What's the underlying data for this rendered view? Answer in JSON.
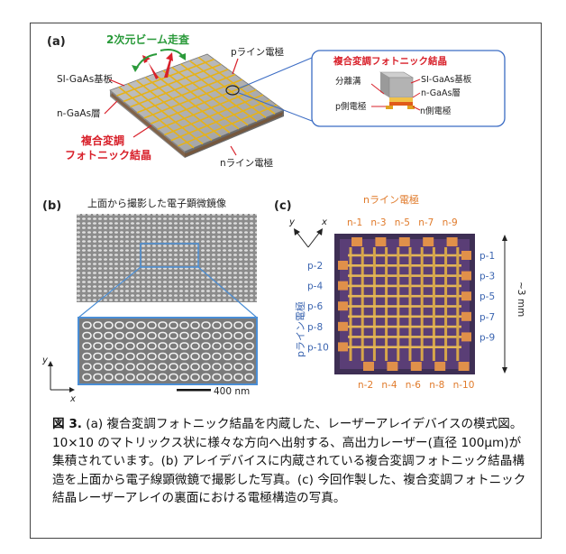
{
  "panel_a": {
    "label": "(a)",
    "beam_scan": "2次元ビーム走査",
    "substrate": "SI-GaAs基板",
    "p_line": "pライン電極",
    "n_gaas": "n-GaAs層",
    "crystal_line1": "複合変調",
    "crystal_line2": "フォトニック結晶",
    "n_line": "nライン電極",
    "inset": {
      "title": "複合変調フォトニック結晶",
      "groove": "分離溝",
      "substrate": "SI-GaAs基板",
      "n_gaas": "n-GaAs層",
      "p_electrode": "p側電極",
      "n_electrode": "n側電極"
    }
  },
  "panel_b": {
    "label": "(b)",
    "title": "上面から撮影した電子顕微鏡像",
    "axis_y": "y",
    "axis_x": "x",
    "scale": "400 nm"
  },
  "panel_c": {
    "label": "(c)",
    "n_line": "nライン電極",
    "p_line": "pライン電極",
    "axis_y": "y",
    "axis_x": "x",
    "size": "~3 mm",
    "top_labels": [
      "n-1",
      "n-3",
      "n-5",
      "n-7",
      "n-9"
    ],
    "bottom_labels": [
      "n-2",
      "n-4",
      "n-6",
      "n-8",
      "n-10"
    ],
    "left_labels": [
      "p-2",
      "p-4",
      "p-6",
      "p-8",
      "p-10"
    ],
    "right_labels": [
      "p-1",
      "p-3",
      "p-5",
      "p-7",
      "p-9"
    ]
  },
  "caption": {
    "label": "図 3.",
    "text": " (a) 複合変調フォトニック結晶を内蔵した、レーザーアレイデバイスの模式図。10×10 のマトリックス状に様々な方向へ出射する、高出力レーザー(直径 100μm)が集積されています。(b) アレイデバイスに内蔵されている複合変調フォトニック結晶構造を上面から電子線顕微鏡で撮影した写真。(c) 今回作製した、複合変調フォトニック結晶レーザーアレイの裏面における電極構造の写真。"
  },
  "colors": {
    "accent_red": "#d8202a",
    "accent_green": "#2a9a3a",
    "electrode_orange": "#e07a2a",
    "label_blue": "#3a64b0",
    "inset_border": "#3b6cc4"
  }
}
